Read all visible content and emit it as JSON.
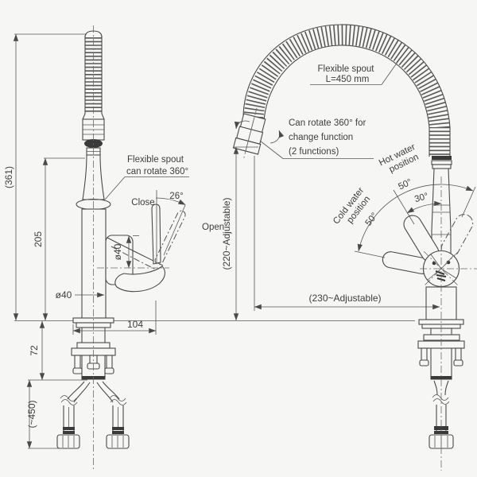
{
  "meta": {
    "background": "#f6f6f4",
    "ink": "#4a4a4a",
    "dark_ink": "#3a3a3a",
    "drawing_type": "faucet installation drawing, front and side views"
  },
  "front_view": {
    "note_flexible_spout": [
      "Flexible spout",
      "can rotate 360°"
    ],
    "label_close": "Close",
    "label_open": "Open",
    "angle_open": "26°",
    "dim_overall_height": "(361)",
    "dim_spout_height": "205",
    "dim_under_deck": "72",
    "dim_supply_hose": "(~450)",
    "dim_handle_reach": "104",
    "dia_body": "ø40",
    "dia_valve": "ø40"
  },
  "side_view": {
    "note_spout_length": [
      "Flexible spout",
      "L=450 mm"
    ],
    "note_rotate": [
      "Can rotate 360° for",
      "change function",
      "(2 functions)"
    ],
    "label_hot": [
      "Hot water",
      "position"
    ],
    "angle_hot": "50°",
    "angle_mid": "30°",
    "label_cold": [
      "Cold water",
      "position"
    ],
    "angle_cold": "50°",
    "dim_height_adjustable": "(220~Adjustable)",
    "dim_reach_adjustable": "(230~Adjustable)"
  }
}
